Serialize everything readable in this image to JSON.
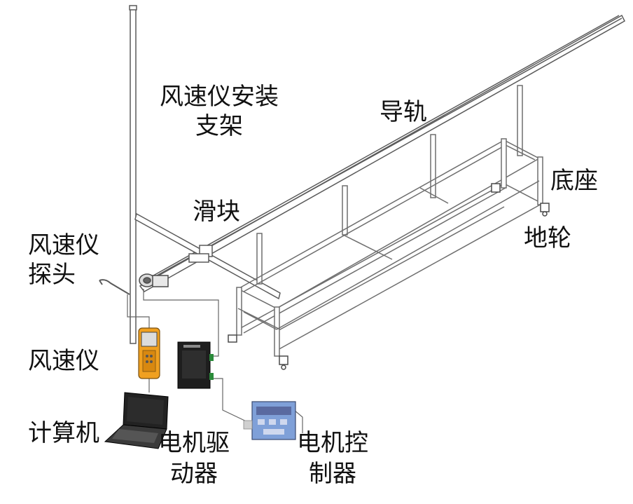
{
  "labels": {
    "anemometer_mount_line1": "风速仪安装",
    "anemometer_mount_line2": "支架",
    "guide_rail": "导轨",
    "base": "底座",
    "slider": "滑块",
    "ground_wheel": "地轮",
    "probe_line1": "风速仪",
    "probe_line2": "探头",
    "anemometer": "风速仪",
    "computer": "计算机",
    "motor_driver_line1": "电机驱",
    "motor_driver_line2": "动器",
    "motor_controller_line1": "电机控",
    "motor_controller_line2": "制器"
  },
  "colors": {
    "line": "#5a5a5a",
    "frame": "#6e6e6e",
    "anemometer_body": "#f0a020",
    "screen": "#5a6aa0",
    "controller_panel": "#7fa0d8"
  }
}
